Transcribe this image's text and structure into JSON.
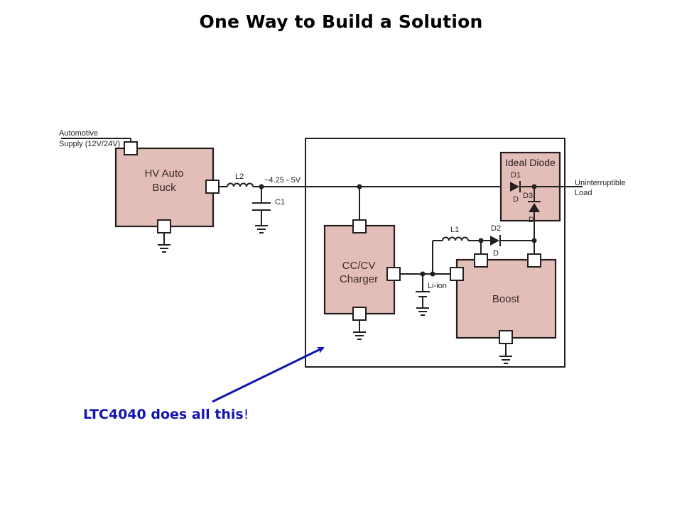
{
  "slide": {
    "title": "One Way to Build a Solution",
    "callout": {
      "text": "LTC4040 does all this",
      "suffix": "!",
      "color": "#1414b4"
    }
  },
  "diagram": {
    "block_fill": "#e3bdb8",
    "blocks": {
      "buck": {
        "line1": "HV Auto",
        "line2": "Buck"
      },
      "charger": {
        "line1": "CC/CV",
        "line2": "Charger"
      },
      "boost": {
        "line1": "Boost"
      },
      "ideal_diode": {
        "line1": "Ideal Diode"
      }
    },
    "labels": {
      "supply_line1": "Automotive",
      "supply_line2": "Supply (12V/24V)",
      "l2": "L2",
      "c1": "C1",
      "voltage": "~4.25 - 5V",
      "l1": "L1",
      "d2": "D2",
      "d2_sub": "D",
      "d1": "D1",
      "d1_sub": "D",
      "d3": "D3",
      "d3_sub": "D",
      "li_ion": "Li-ion",
      "load_line1": "Uninterruptible",
      "load_line2": "Load"
    }
  }
}
